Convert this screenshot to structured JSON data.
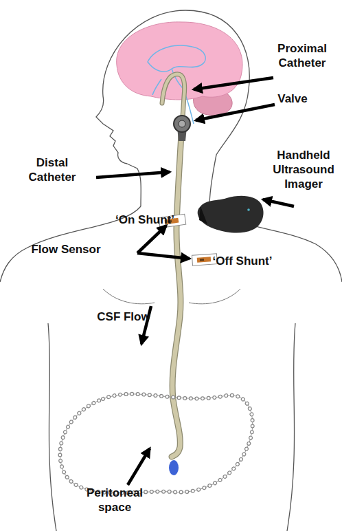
{
  "diagram": {
    "labels": [
      "Proximal Catheter",
      "Valve",
      "Distal Catheter",
      "Handheld Ultrasound Imager",
      "‘On Shunt’",
      "Flow Sensor",
      "‘Off Shunt’",
      "CSF Flow",
      "Peritoneal space"
    ]
  }
}
